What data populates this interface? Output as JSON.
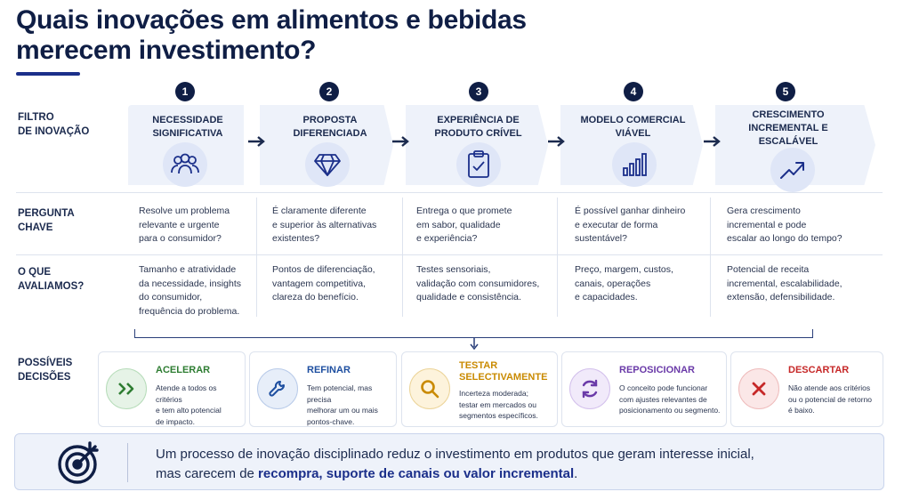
{
  "title": {
    "line1": "Quais inovações em alimentos e bebidas",
    "line2": "merecem investimento?"
  },
  "row_labels": {
    "filtro": [
      "FILTRO",
      "DE INOVAÇÃO"
    ],
    "pergunta": [
      "PERGUNTA",
      "CHAVE"
    ],
    "avaliamos": [
      "O QUE",
      "AVALIAMOS?"
    ],
    "decisoes": [
      "POSSÍVEIS",
      "DECISÕES"
    ]
  },
  "steps": [
    {
      "number": "1",
      "title": [
        "NECESSIDADE",
        "SIGNIFICATIVA"
      ],
      "icon": "people-icon",
      "question": [
        "Resolve um problema",
        "relevante e urgente",
        "para o consumidor?"
      ],
      "evaluate": [
        "Tamanho e atratividade",
        "da necessidade, insights",
        "do consumidor,",
        "frequência do problema."
      ]
    },
    {
      "number": "2",
      "title": [
        "PROPOSTA",
        "DIFERENCIADA"
      ],
      "icon": "diamond-icon",
      "question": [
        "É claramente diferente",
        "e superior às alternativas",
        "existentes?"
      ],
      "evaluate": [
        "Pontos de diferenciação,",
        "vantagem competitiva,",
        "clareza do benefício."
      ]
    },
    {
      "number": "3",
      "title": [
        "EXPERIÊNCIA DE",
        "PRODUTO CRÍVEL"
      ],
      "icon": "clipboard-check-icon",
      "question": [
        "Entrega o que promete",
        "em sabor, qualidade",
        "e experiência?"
      ],
      "evaluate": [
        "Testes sensoriais,",
        "validação com consumidores,",
        "qualidade e consistência."
      ]
    },
    {
      "number": "4",
      "title": [
        "MODELO COMERCIAL",
        "VIÁVEL"
      ],
      "icon": "bar-chart-icon",
      "question": [
        "É possível ganhar dinheiro",
        "e executar de forma",
        "sustentável?"
      ],
      "evaluate": [
        "Preço, margem, custos,",
        "canais, operações",
        "e capacidades."
      ]
    },
    {
      "number": "5",
      "title": [
        "CRESCIMENTO",
        "INCREMENTAL E",
        "ESCALÁVEL"
      ],
      "icon": "trend-up-icon",
      "question": [
        "Gera crescimento",
        "incremental e pode",
        "escalar ao longo do tempo?"
      ],
      "evaluate": [
        "Potencial de receita",
        "incremental, escalabilidade,",
        "extensão, defensibilidade."
      ]
    }
  ],
  "decisions": [
    {
      "title": "ACELERAR",
      "color": "#2e7d32",
      "icon": "double-chevron-right-icon",
      "desc": [
        "Atende a todos os critérios",
        "e tem alto potencial",
        "de impacto."
      ]
    },
    {
      "title": "REFINAR",
      "color": "#1e4fa0",
      "icon": "wrench-icon",
      "desc": [
        "Tem potencial, mas precisa",
        "melhorar um ou mais",
        "pontos-chave."
      ]
    },
    {
      "title": "TESTAR SELECTIVAMENTE",
      "color": "#c98a00",
      "icon": "magnifier-icon",
      "desc": [
        "Incerteza moderada;",
        "testar em mercados ou",
        "segmentos específicos."
      ]
    },
    {
      "title": "REPOSICIONAR",
      "color": "#6a3aa8",
      "icon": "cycle-arrows-icon",
      "desc": [
        "O conceito pode funcionar",
        "com ajustes relevantes de",
        "posicionamento ou segmento."
      ]
    },
    {
      "title": "DESCARTAR",
      "color": "#c62828",
      "icon": "x-icon",
      "desc": [
        "Não atende aos critérios",
        "ou o potencial de retorno",
        "é baixo."
      ]
    }
  ],
  "footer": {
    "icon": "target-icon",
    "line1": "Um processo de inovação disciplinado reduz o investimento em produtos que geram interesse inicial,",
    "line2_prefix": "mas carecem de ",
    "line2_highlight": "recompra, suporte de canais ou valor incremental",
    "line2_suffix": "."
  }
}
